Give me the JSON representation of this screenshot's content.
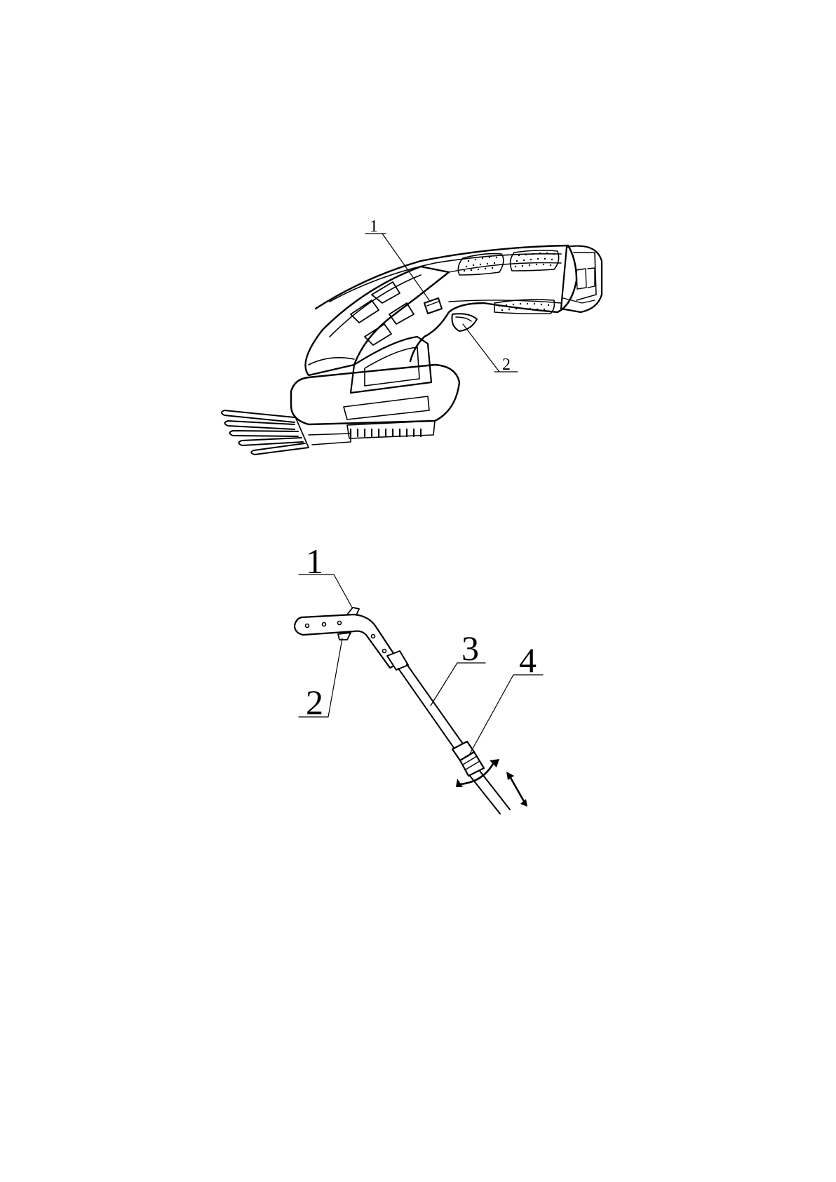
{
  "figures": [
    {
      "callouts": [
        {
          "number": "1"
        },
        {
          "number": "2"
        }
      ]
    },
    {
      "callouts": [
        {
          "number": "1"
        },
        {
          "number": "2"
        },
        {
          "number": "3"
        },
        {
          "number": "4"
        }
      ]
    }
  ],
  "colors": {
    "line": "#000000",
    "background": "#ffffff"
  }
}
